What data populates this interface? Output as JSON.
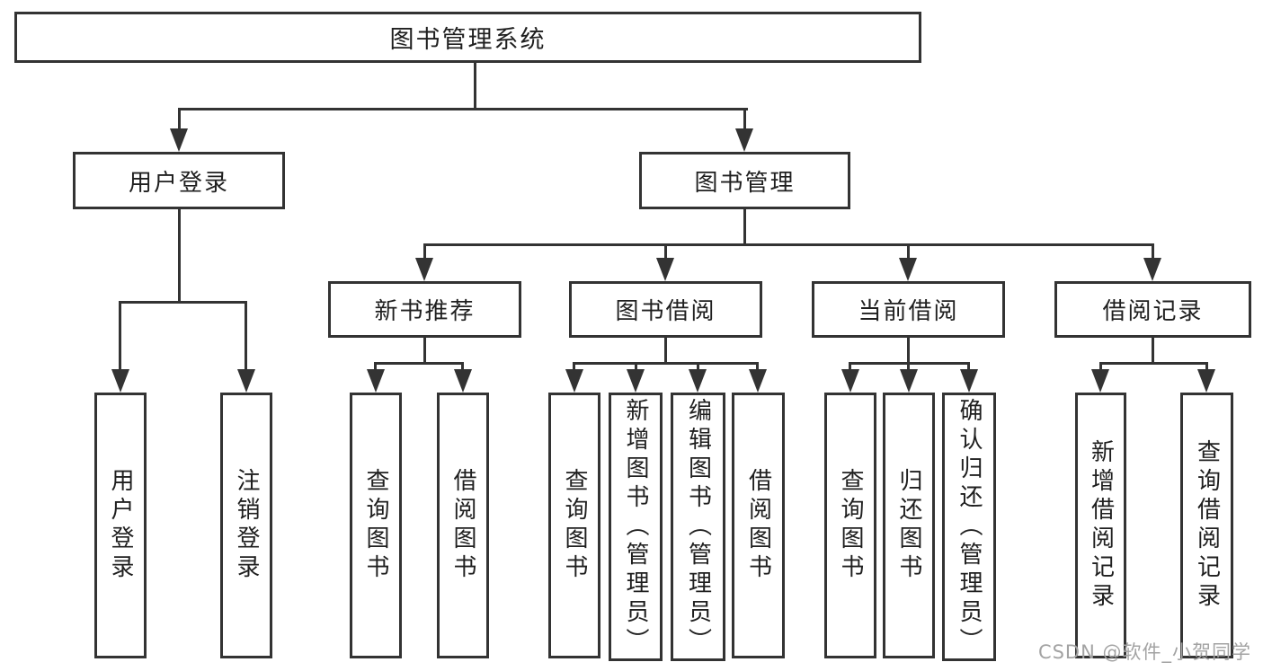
{
  "diagram": {
    "root_label": "图书管理系统",
    "user_login": {
      "label": "用户登录",
      "children": [
        "用户登录",
        "注销登录"
      ]
    },
    "book_mgmt": {
      "label": "图书管理",
      "new_books": {
        "label": "新书推荐",
        "children": [
          "查询图书",
          "借阅图书"
        ]
      },
      "borrowing": {
        "label": "图书借阅",
        "children": [
          "查询图书",
          "新增图书（管理员）",
          "编辑图书（管理员）",
          "借阅图书"
        ]
      },
      "current": {
        "label": "当前借阅",
        "children": [
          "查询图书",
          "归还图书",
          "确认归还（管理员）"
        ]
      },
      "records": {
        "label": "借阅记录",
        "children": [
          "新增借阅记录",
          "查询借阅记录"
        ]
      }
    }
  },
  "watermark": {
    "text": "CSDN @软件_小贺同学",
    "color": "#a3a3a3"
  },
  "colors": {
    "line": "#333333",
    "text": "#1f1f1f",
    "background": "#ffffff"
  }
}
